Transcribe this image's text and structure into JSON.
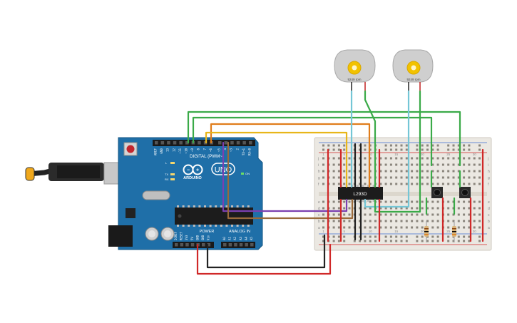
{
  "colors": {
    "board": "#1f6fa8",
    "board_dark": "#185a89",
    "breadboard": "#ebe8e2",
    "wire_green": "#3aaa48",
    "wire_orange": "#e07d1b",
    "wire_yellow": "#e8b61a",
    "wire_purple": "#7b3fb0",
    "wire_brown": "#9a6a3a",
    "wire_cyan": "#74c6d6",
    "wire_red": "#d02828",
    "wire_black": "#222222",
    "motor_body": "#c9c9c9",
    "motor_gear": "#f2c200"
  },
  "arduino": {
    "brand": "ARDUINO",
    "model": "UNO",
    "on_label": "ON",
    "digital_label": "DIGITAL (PWM~)",
    "power_label": "POWER",
    "analog_label": "ANALOG IN",
    "digital_pins": [
      "AREF",
      "GND",
      "13",
      "12",
      "~11",
      "~10",
      "~9",
      "8",
      "7",
      "~6",
      "~5",
      "4",
      "~3",
      "2",
      "TX→1",
      "RX←0"
    ],
    "power_pins": [
      "IOREF",
      "RESET",
      "3V3",
      "5V",
      "GND",
      "GND",
      "Vin"
    ],
    "analog_pins": [
      "A0",
      "A1",
      "A2",
      "A3",
      "A4",
      "A5"
    ],
    "led_labels": [
      "L",
      "TX",
      "RX"
    ]
  },
  "breadboard": {
    "row_letters_top": [
      "j",
      "i",
      "h",
      "g",
      "f"
    ],
    "row_letters_bottom": [
      "e",
      "d",
      "c",
      "b",
      "a"
    ],
    "column_numbers": [
      "1",
      "5",
      "10",
      "15",
      "20",
      "25",
      "30"
    ]
  },
  "chip": {
    "label": "L293D"
  },
  "motors": [
    {
      "label": "9249 rpm"
    },
    {
      "label": "9249 rpm"
    }
  ]
}
